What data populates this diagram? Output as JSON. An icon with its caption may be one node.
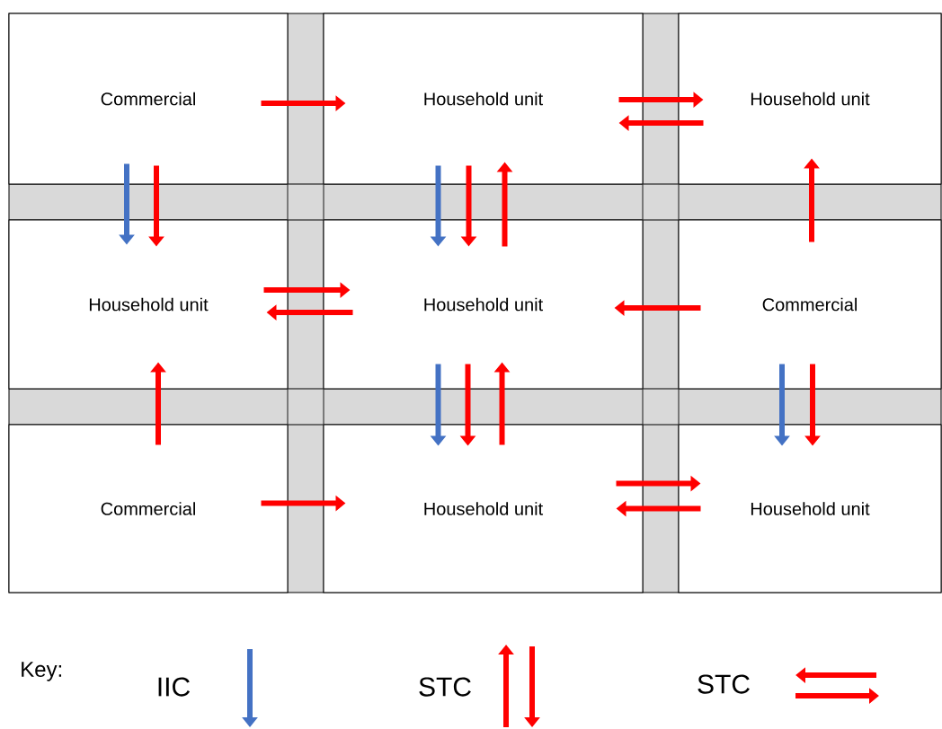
{
  "diagram": {
    "nodes": [
      {
        "text": [
          "Commercial"
        ]
      },
      {
        "text": [
          "Household unit"
        ]
      },
      {
        "text": [
          "Household unit"
        ]
      },
      {
        "text": [
          "Household unit"
        ]
      },
      {
        "text": [
          "Household unit"
        ]
      },
      {
        "text": [
          "Commercial"
        ]
      },
      {
        "text": [
          "Commercial"
        ]
      },
      {
        "text": [
          "Household unit"
        ]
      },
      {
        "text": [
          "Household unit"
        ]
      }
    ],
    "edges": [
      {
        "from": 0,
        "to": 1,
        "arrow": "to"
      },
      {
        "from": 1,
        "to": 2,
        "arrow": "to"
      },
      {
        "from": 2,
        "to": 1,
        "arrow": "to"
      },
      {
        "from": 0,
        "to": 3,
        "arrow": "to",
        "color": "#4472c4"
      },
      {
        "from": 0,
        "to": 3,
        "arrow": "to"
      },
      {
        "from": 1,
        "to": 4,
        "arrow": "to",
        "color": "#4472c4"
      },
      {
        "from": 1,
        "to": 4,
        "arrow": "to"
      },
      {
        "from": 4,
        "to": 1,
        "arrow": "to"
      },
      {
        "from": 5,
        "to": 2,
        "arrow": "to"
      },
      {
        "from": 3,
        "to": 4,
        "arrow": "to"
      },
      {
        "from": 4,
        "to": 3,
        "arrow": "to"
      },
      {
        "from": 5,
        "to": 4,
        "arrow": "to"
      },
      {
        "from": 6,
        "to": 3,
        "arrow": "to"
      },
      {
        "from": 4,
        "to": 7,
        "arrow": "to",
        "color": "#4472c4"
      },
      {
        "from": 4,
        "to": 7,
        "arrow": "to"
      },
      {
        "from": 7,
        "to": 4,
        "arrow": "to"
      },
      {
        "from": 5,
        "to": 8,
        "arrow": "to",
        "color": "#4472c4"
      },
      {
        "from": 5,
        "to": 8,
        "arrow": "to"
      },
      {
        "from": 6,
        "to": 7,
        "arrow": "to"
      },
      {
        "from": 7,
        "to": 8,
        "arrow": "to"
      },
      {
        "from": 8,
        "to": 7,
        "arrow": "to"
      }
    ],
    "labels": [
      "Key:"
    ],
    "legend": [
      {
        "text": "IIC"
      },
      {
        "text": "STC"
      },
      {
        "text": "STC"
      }
    ]
  }
}
